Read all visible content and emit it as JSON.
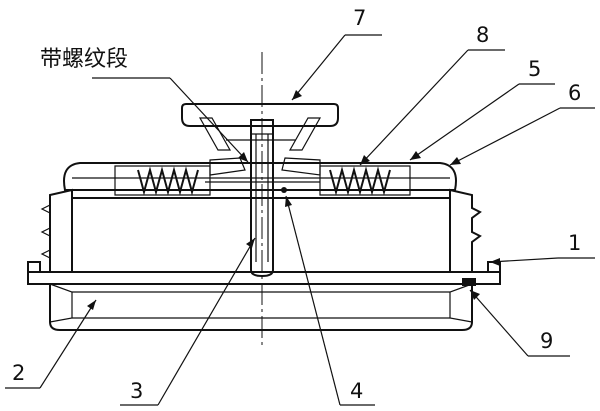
{
  "diagram": {
    "annotation_text": "带螺纹段",
    "labels": {
      "n1": "1",
      "n2": "2",
      "n3": "3",
      "n4": "4",
      "n5": "5",
      "n6": "6",
      "n7": "7",
      "n8": "8",
      "n9": "9"
    }
  }
}
